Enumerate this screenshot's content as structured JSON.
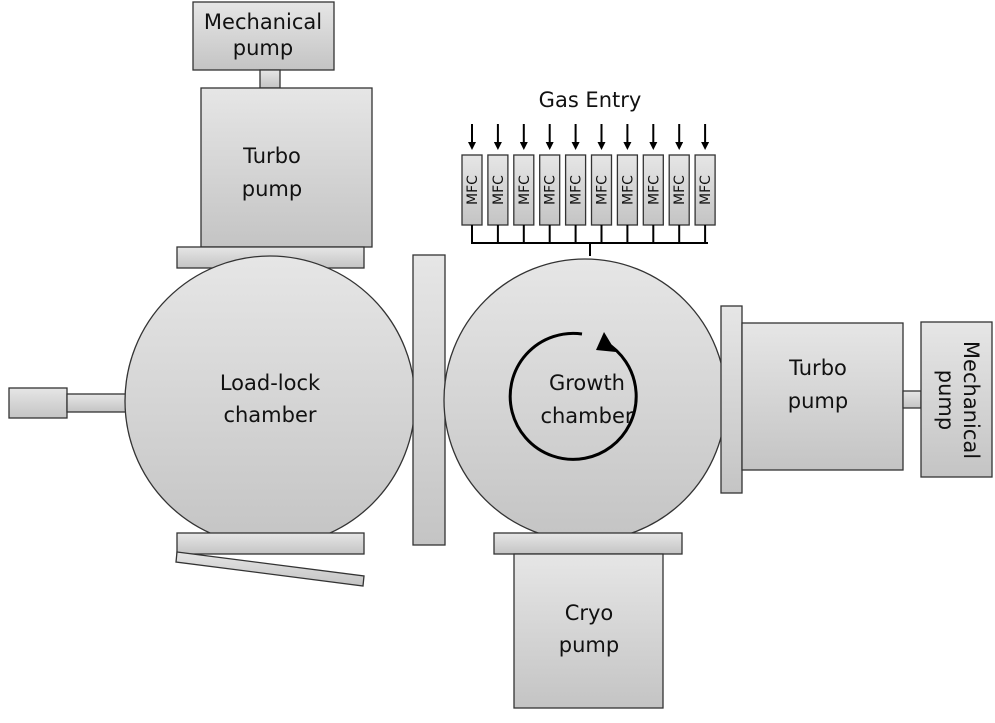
{
  "labels": {
    "top_mechanical_pump": [
      "Mechanical",
      "pump"
    ],
    "top_turbo_pump": [
      "Turbo",
      "pump"
    ],
    "load_lock": [
      "Load-lock",
      "chamber"
    ],
    "growth": [
      "Growth",
      "chamber"
    ],
    "gas_entry": "Gas Entry",
    "mfc": "MFC",
    "right_turbo_pump": [
      "Turbo",
      "pump"
    ],
    "right_mechanical_pump": [
      "Mechanical",
      "pump"
    ],
    "cryo_pump": [
      "Cryo",
      "pump"
    ]
  },
  "mfc_count": 10
}
